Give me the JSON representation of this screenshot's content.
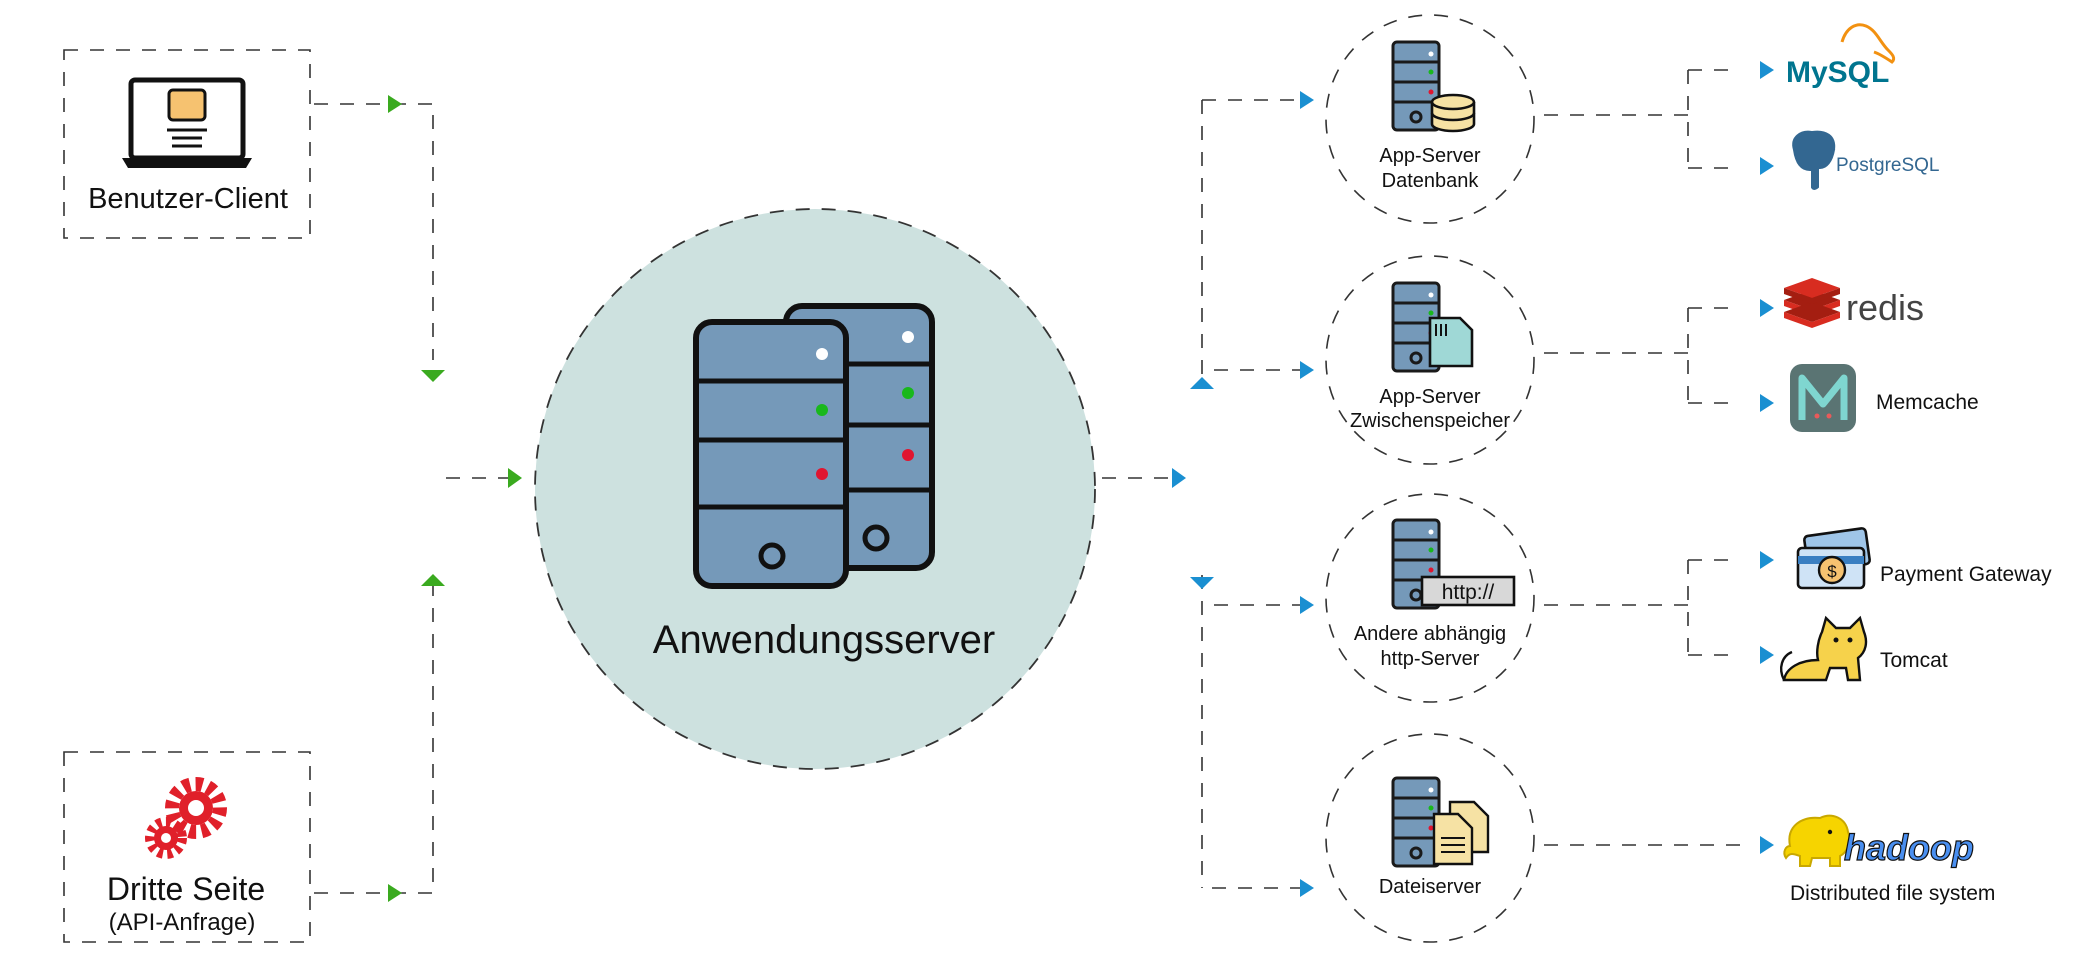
{
  "colors": {
    "green_arrow": "#3aaa1f",
    "blue_arrow": "#1a8fd1",
    "hub_fill": "#cde1df",
    "server_body": "#7599b9",
    "led_white": "#ffffff",
    "led_green": "#19b81c",
    "led_red": "#e01530",
    "gear_red": "#e0202a",
    "mysql_blue": "#00758f",
    "mysql_orange": "#f29111",
    "redis_red": "#d82c20",
    "hadoop_yellow": "#f6d400"
  },
  "sources": {
    "client_label": "Benutzer-Client",
    "client_icon": "laptop-icon",
    "third_party_label": "Dritte Seite",
    "third_party_sublabel": "(API-Anfrage)",
    "third_party_icon": "gears-icon"
  },
  "hub": {
    "label": "Anwendungsserver",
    "icon": "server-rack-icon"
  },
  "services": [
    {
      "line1": "App-Server",
      "line2": "Datenbank",
      "icon": "database-server-icon"
    },
    {
      "line1": "App-Server",
      "line2": "Zwischenspeicher",
      "icon": "cache-server-icon"
    },
    {
      "line1": "Andere abhängig",
      "line2": "http-Server",
      "icon": "http-server-icon",
      "badge": "http://"
    },
    {
      "line1": "Dateiserver",
      "line2": "",
      "icon": "file-server-icon"
    }
  ],
  "technologies": {
    "mysql": "MySQL",
    "postgresql": "PostgreSQL",
    "redis": "redis",
    "memcache": "Memcache",
    "payment_gateway": "Payment Gateway",
    "tomcat": "Tomcat",
    "hadoop": "hadoop",
    "hadoop_caption": "Distributed file system"
  }
}
